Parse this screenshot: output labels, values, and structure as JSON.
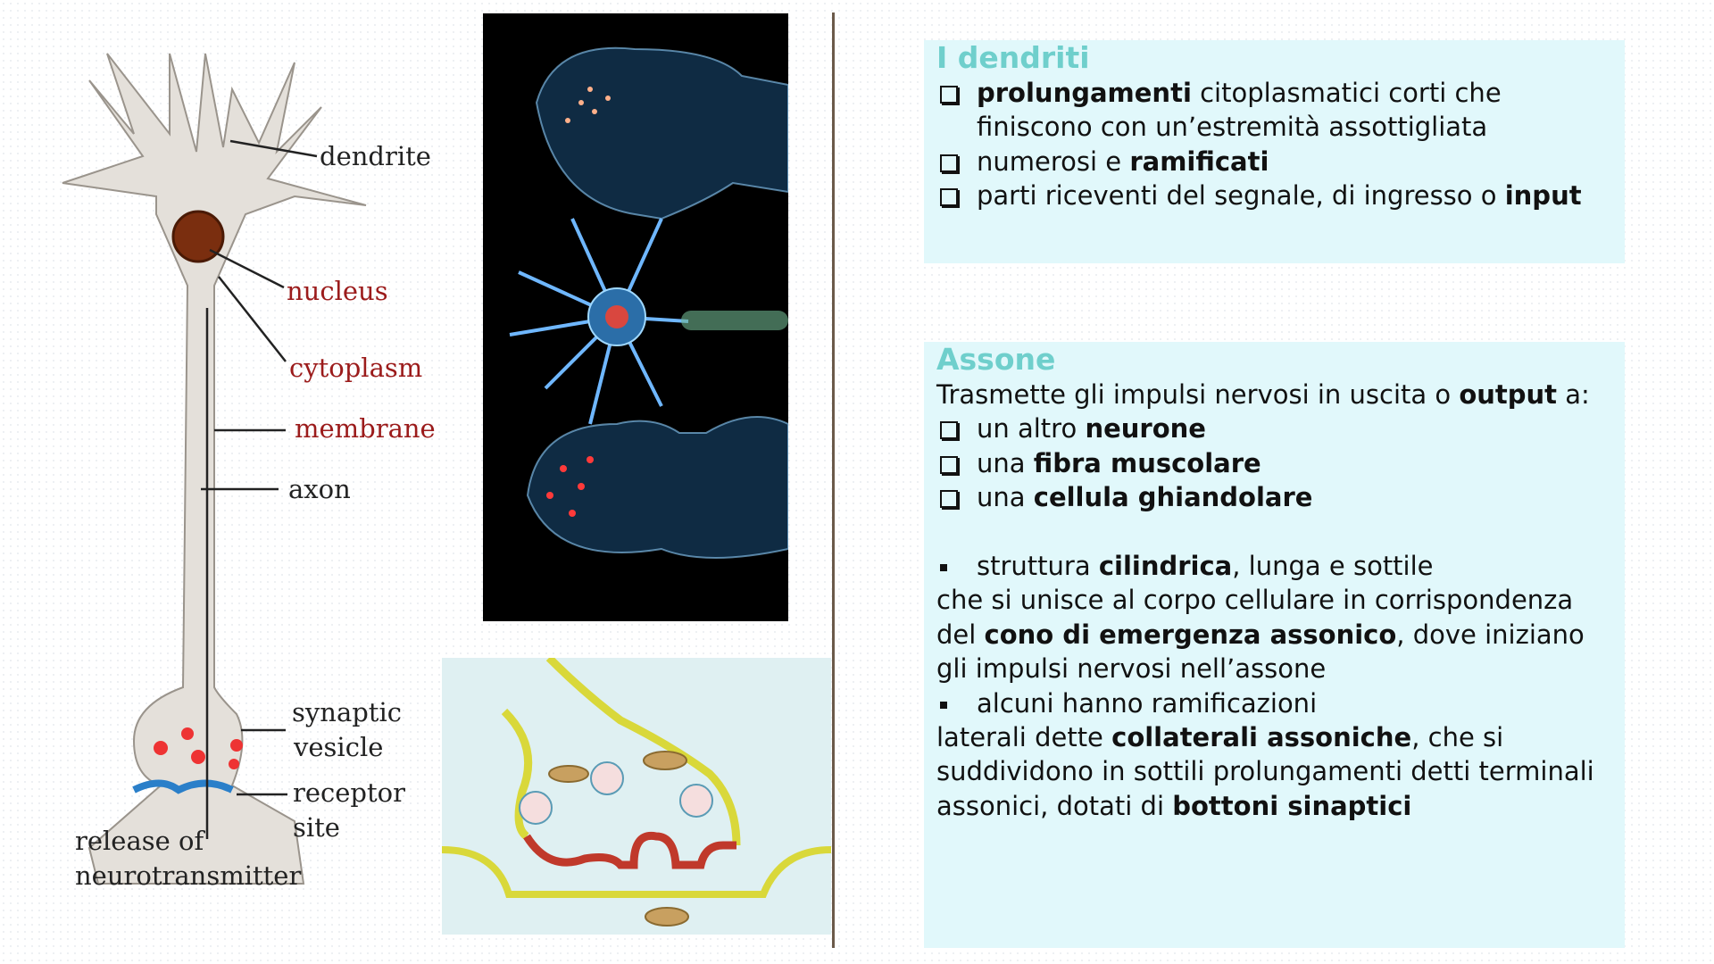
{
  "neuron_diagram": {
    "labels": {
      "dendrite": "dendrite",
      "nucleus": "nucleus",
      "cytoplasm": "cytoplasm",
      "membrane": "membrane",
      "axon": "axon",
      "synaptic_vesicle_1": "synaptic",
      "synaptic_vesicle_2": "vesicle",
      "receptor_site_1": "receptor",
      "receptor_site_2": "site",
      "release_1": "release of",
      "release_2": "neurotransmitter"
    },
    "colors": {
      "black_label": "#222222",
      "red_label": "#9b1b1b"
    }
  },
  "dendriti": {
    "title": "I dendriti",
    "items": [
      {
        "bold": "prolungamenti",
        "text": " citoplasmatici corti che finiscono con un’estremità assottigliata"
      },
      {
        "pre": "numerosi e ",
        "bold": "ramificati"
      },
      {
        "pre": "parti riceventi del segnale, di ingresso o ",
        "bold": "input"
      }
    ]
  },
  "assone": {
    "title": "Assone",
    "intro_pre": "Trasmette gli impulsi nervosi in uscita o ",
    "intro_bold": "output",
    "intro_post": " a:",
    "items": [
      {
        "pre": "un altro ",
        "bold": "neurone"
      },
      {
        "pre": "una ",
        "bold": "fibra muscolare"
      },
      {
        "pre": "una ",
        "bold": "cellula ghiandolare"
      }
    ],
    "p1": {
      "a": "struttura ",
      "b": "cilindrica",
      "c": ", lunga e sottile",
      "d": "che si unisce al corpo cellulare in corrispondenza del ",
      "e": "cono di emergenza assonico",
      "f": ", dove iniziano gli impulsi nervosi nell’assone"
    },
    "p2": {
      "a": "alcuni hanno ramificazioni",
      "b": "laterali dette ",
      "c": "collaterali assoniche",
      "d": ", che si suddividono in sottili prolungamenti detti terminali assonici, dotati di ",
      "e": "bottoni sinaptici"
    }
  },
  "colors": {
    "title": "#6fcfcc",
    "box_bg": "#e1f8fb",
    "divider": "#6b5a4a"
  }
}
